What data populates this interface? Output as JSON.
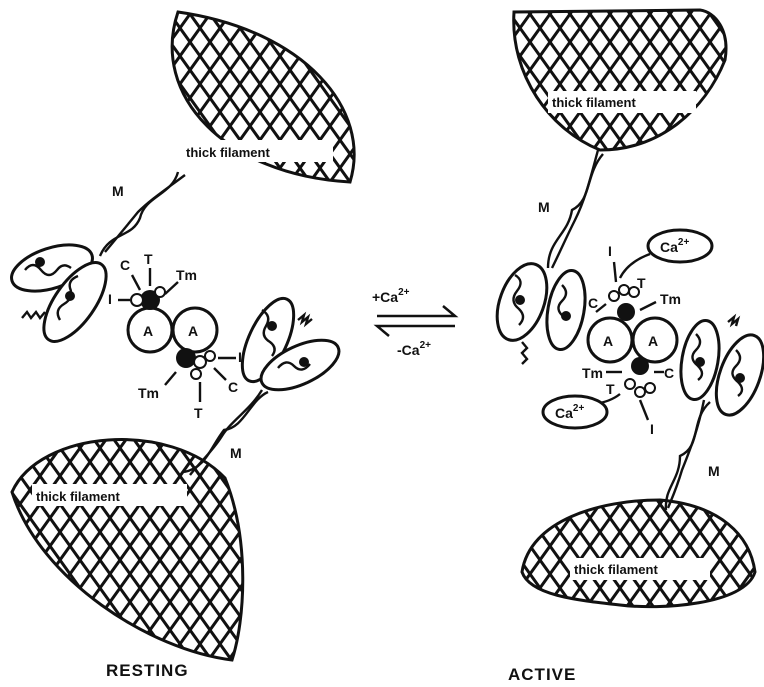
{
  "labels": {
    "resting": "RESTING",
    "active": "ACTIVE",
    "thick_filament": "thick filament",
    "myosin": "M",
    "actin": "A",
    "tropomyosin": "Tm",
    "troponin_c": "C",
    "troponin_t": "T",
    "troponin_i": "I",
    "calcium": "Ca",
    "calcium_charge": "2+",
    "add_calcium": "+Ca",
    "remove_calcium": "-Ca"
  },
  "colors": {
    "ink": "#111111",
    "background": "#ffffff"
  }
}
